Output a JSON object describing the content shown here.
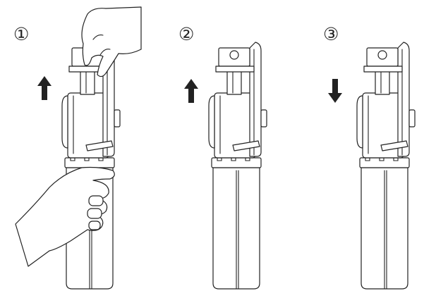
{
  "steps": [
    {
      "number": "①",
      "arrow": "up",
      "hands": true
    },
    {
      "number": "②",
      "arrow": "up",
      "hands": false
    },
    {
      "number": "③",
      "arrow": "down",
      "hands": false
    }
  ],
  "colors": {
    "ink": "#222222",
    "background": "#ffffff"
  },
  "icons": [
    "arrow-up-icon",
    "arrow-down-icon",
    "hand-icon"
  ]
}
